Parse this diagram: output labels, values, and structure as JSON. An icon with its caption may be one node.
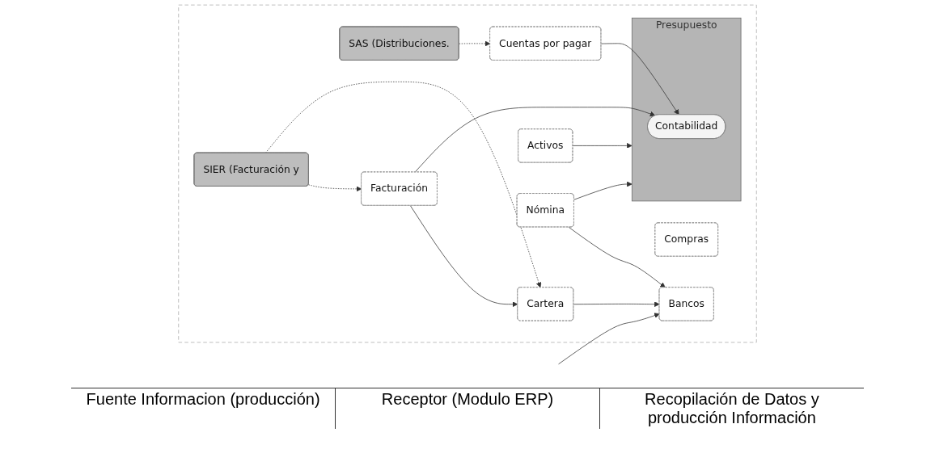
{
  "diagram": {
    "nodes": [
      {
        "text": [],
        "shape": "box"
      },
      {
        "text": [
          "SIER (Facturación y"
        ],
        "in": 0
      },
      {
        "text": [
          "SAS (Distribuciones."
        ],
        "in": 0
      },
      {
        "text": [
          "Facturación"
        ],
        "in": 0
      },
      {
        "text": [
          "Cartera"
        ],
        "in": 0
      },
      {
        "text": [
          "Presupuesto"
        ],
        "in": 0
      },
      {
        "text": [
          "Contabilidad"
        ],
        "in": 5
      },
      {
        "text": [
          "Cuentas por pagar"
        ],
        "in": 0
      },
      {
        "text": [
          "Activos"
        ],
        "in": 0
      },
      {
        "text": [
          "Compras"
        ],
        "in": 0
      },
      {
        "text": [
          "Nómina"
        ],
        "in": 0
      },
      {
        "text": [
          "Bancos"
        ],
        "in": 0
      }
    ],
    "edges": [
      {
        "from": 1,
        "to": 3,
        "arrow": "to",
        "style": "dashed"
      },
      {
        "from": 1,
        "to": 4,
        "arrow": "to",
        "style": "dashed"
      },
      {
        "from": 3,
        "to": 4,
        "arrow": "to"
      },
      {
        "from": 2,
        "to": 7,
        "arrow": "to",
        "style": "dashed"
      },
      {
        "from": 3,
        "to": 6,
        "arrow": "to"
      },
      {
        "from": 7,
        "to": 6,
        "arrow": "to"
      },
      {
        "from": 8,
        "to": 5,
        "arrow": "to"
      },
      {
        "from": 10,
        "to": 5,
        "arrow": "to"
      },
      {
        "from": 10,
        "to": 11,
        "arrow": "to"
      },
      {
        "from": 4,
        "to": 11,
        "arrow": "to"
      },
      {
        "from": null,
        "to": 11,
        "arrow": "to"
      }
    ],
    "labels": [
      "Fuente Informacion (producción)",
      "Receptor (Modulo ERP)",
      "Recopilación de Datos y producción Información"
    ]
  }
}
